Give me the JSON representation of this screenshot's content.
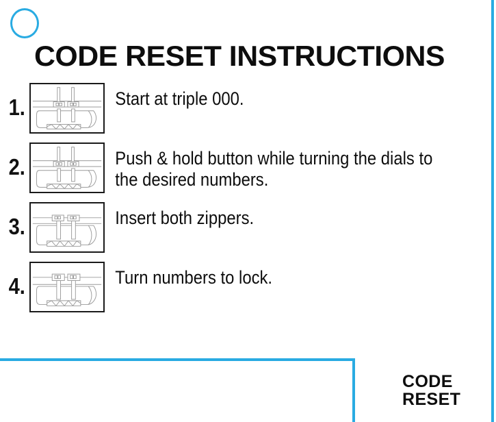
{
  "page": {
    "title": "CODE RESET INSTRUCTIONS",
    "background_color": "#ffffff",
    "accent_color": "#29ABE2",
    "text_color": "#0d0d0d"
  },
  "decorations": {
    "circle_icon_name": "circle-outline-icon",
    "right_edge_rule": "vertical-accent-rule",
    "bottom_corner_rule": "corner-accent-rule"
  },
  "steps": [
    {
      "number": "1.",
      "text": "Start at triple 000.",
      "figure_name": "lock-diagram-step-1",
      "zipper_state": "pulls-raised-above-lock"
    },
    {
      "number": "2.",
      "text": "Push & hold button while turning the dials to the desired numbers.",
      "figure_name": "lock-diagram-step-2",
      "zipper_state": "pulls-raised-above-lock"
    },
    {
      "number": "3.",
      "text": "Insert both zippers.",
      "figure_name": "lock-diagram-step-3",
      "zipper_state": "pulls-inserted"
    },
    {
      "number": "4.",
      "text": "Turn numbers to lock.",
      "figure_name": "lock-diagram-step-4",
      "zipper_state": "pulls-locked"
    }
  ],
  "brand": {
    "line1": "CODE",
    "line2": "RESET"
  }
}
